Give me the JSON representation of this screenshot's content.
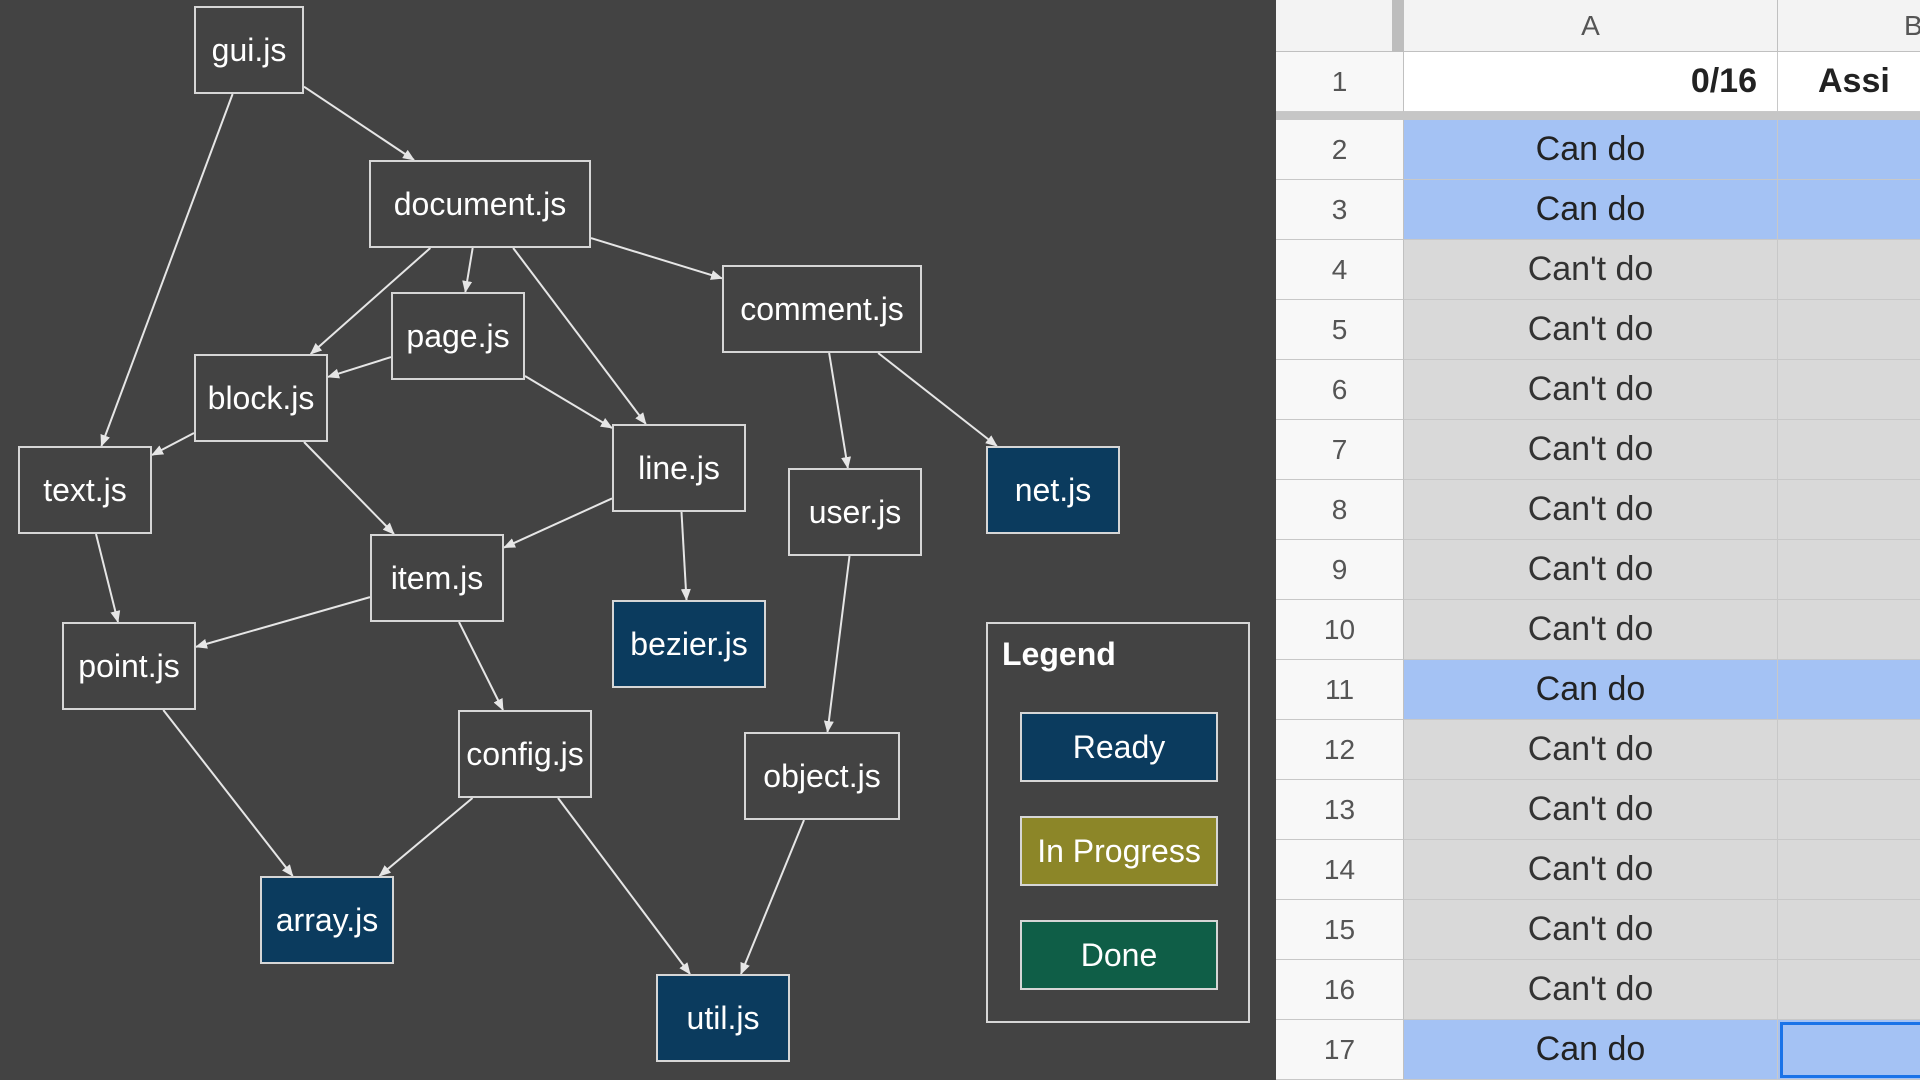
{
  "graph": {
    "nodes": [
      {
        "id": "gui",
        "label": "gui.js",
        "status": "plain"
      },
      {
        "id": "document",
        "label": "document.js",
        "status": "plain"
      },
      {
        "id": "comment",
        "label": "comment.js",
        "status": "plain"
      },
      {
        "id": "page",
        "label": "page.js",
        "status": "plain"
      },
      {
        "id": "block",
        "label": "block.js",
        "status": "plain"
      },
      {
        "id": "text",
        "label": "text.js",
        "status": "plain"
      },
      {
        "id": "line",
        "label": "line.js",
        "status": "plain"
      },
      {
        "id": "user",
        "label": "user.js",
        "status": "plain"
      },
      {
        "id": "net",
        "label": "net.js",
        "status": "ready"
      },
      {
        "id": "item",
        "label": "item.js",
        "status": "plain"
      },
      {
        "id": "bezier",
        "label": "bezier.js",
        "status": "ready"
      },
      {
        "id": "point",
        "label": "point.js",
        "status": "plain"
      },
      {
        "id": "config",
        "label": "config.js",
        "status": "plain"
      },
      {
        "id": "object",
        "label": "object.js",
        "status": "plain"
      },
      {
        "id": "array",
        "label": "array.js",
        "status": "ready"
      },
      {
        "id": "util",
        "label": "util.js",
        "status": "ready"
      }
    ],
    "edges": [
      [
        "gui",
        "document"
      ],
      [
        "gui",
        "text"
      ],
      [
        "document",
        "page"
      ],
      [
        "document",
        "block"
      ],
      [
        "document",
        "line"
      ],
      [
        "document",
        "comment"
      ],
      [
        "page",
        "block"
      ],
      [
        "page",
        "line"
      ],
      [
        "block",
        "text"
      ],
      [
        "block",
        "item"
      ],
      [
        "text",
        "point"
      ],
      [
        "line",
        "item"
      ],
      [
        "line",
        "bezier"
      ],
      [
        "comment",
        "user"
      ],
      [
        "comment",
        "net"
      ],
      [
        "user",
        "object"
      ],
      [
        "item",
        "point"
      ],
      [
        "item",
        "config"
      ],
      [
        "point",
        "array"
      ],
      [
        "config",
        "array"
      ],
      [
        "config",
        "util"
      ],
      [
        "object",
        "util"
      ]
    ]
  },
  "legend": {
    "title": "Legend",
    "items": [
      {
        "label": "Ready",
        "color": "#0b3b5e"
      },
      {
        "label": "In Progress",
        "color": "#8c8628"
      },
      {
        "label": "Done",
        "color": "#0f5e47"
      }
    ]
  },
  "spreadsheet": {
    "columns": [
      "A",
      "B"
    ],
    "header_row": {
      "number": "1",
      "a": "0/16",
      "b": "Assi"
    },
    "rows": [
      {
        "number": "2",
        "value": "Can do",
        "state": "can"
      },
      {
        "number": "3",
        "value": "Can do",
        "state": "can"
      },
      {
        "number": "4",
        "value": "Can't do",
        "state": "cant"
      },
      {
        "number": "5",
        "value": "Can't do",
        "state": "cant"
      },
      {
        "number": "6",
        "value": "Can't do",
        "state": "cant"
      },
      {
        "number": "7",
        "value": "Can't do",
        "state": "cant"
      },
      {
        "number": "8",
        "value": "Can't do",
        "state": "cant"
      },
      {
        "number": "9",
        "value": "Can't do",
        "state": "cant"
      },
      {
        "number": "10",
        "value": "Can't do",
        "state": "cant"
      },
      {
        "number": "11",
        "value": "Can do",
        "state": "can"
      },
      {
        "number": "12",
        "value": "Can't do",
        "state": "cant"
      },
      {
        "number": "13",
        "value": "Can't do",
        "state": "cant"
      },
      {
        "number": "14",
        "value": "Can't do",
        "state": "cant"
      },
      {
        "number": "15",
        "value": "Can't do",
        "state": "cant"
      },
      {
        "number": "16",
        "value": "Can't do",
        "state": "cant"
      },
      {
        "number": "17",
        "value": "Can do",
        "state": "can"
      }
    ]
  },
  "colors": {
    "background": "#434343",
    "ready": "#0b3b5e",
    "can_do": "#a4c2f4",
    "cant_do": "#d9d9d9",
    "edge": "#e6e6e6"
  }
}
